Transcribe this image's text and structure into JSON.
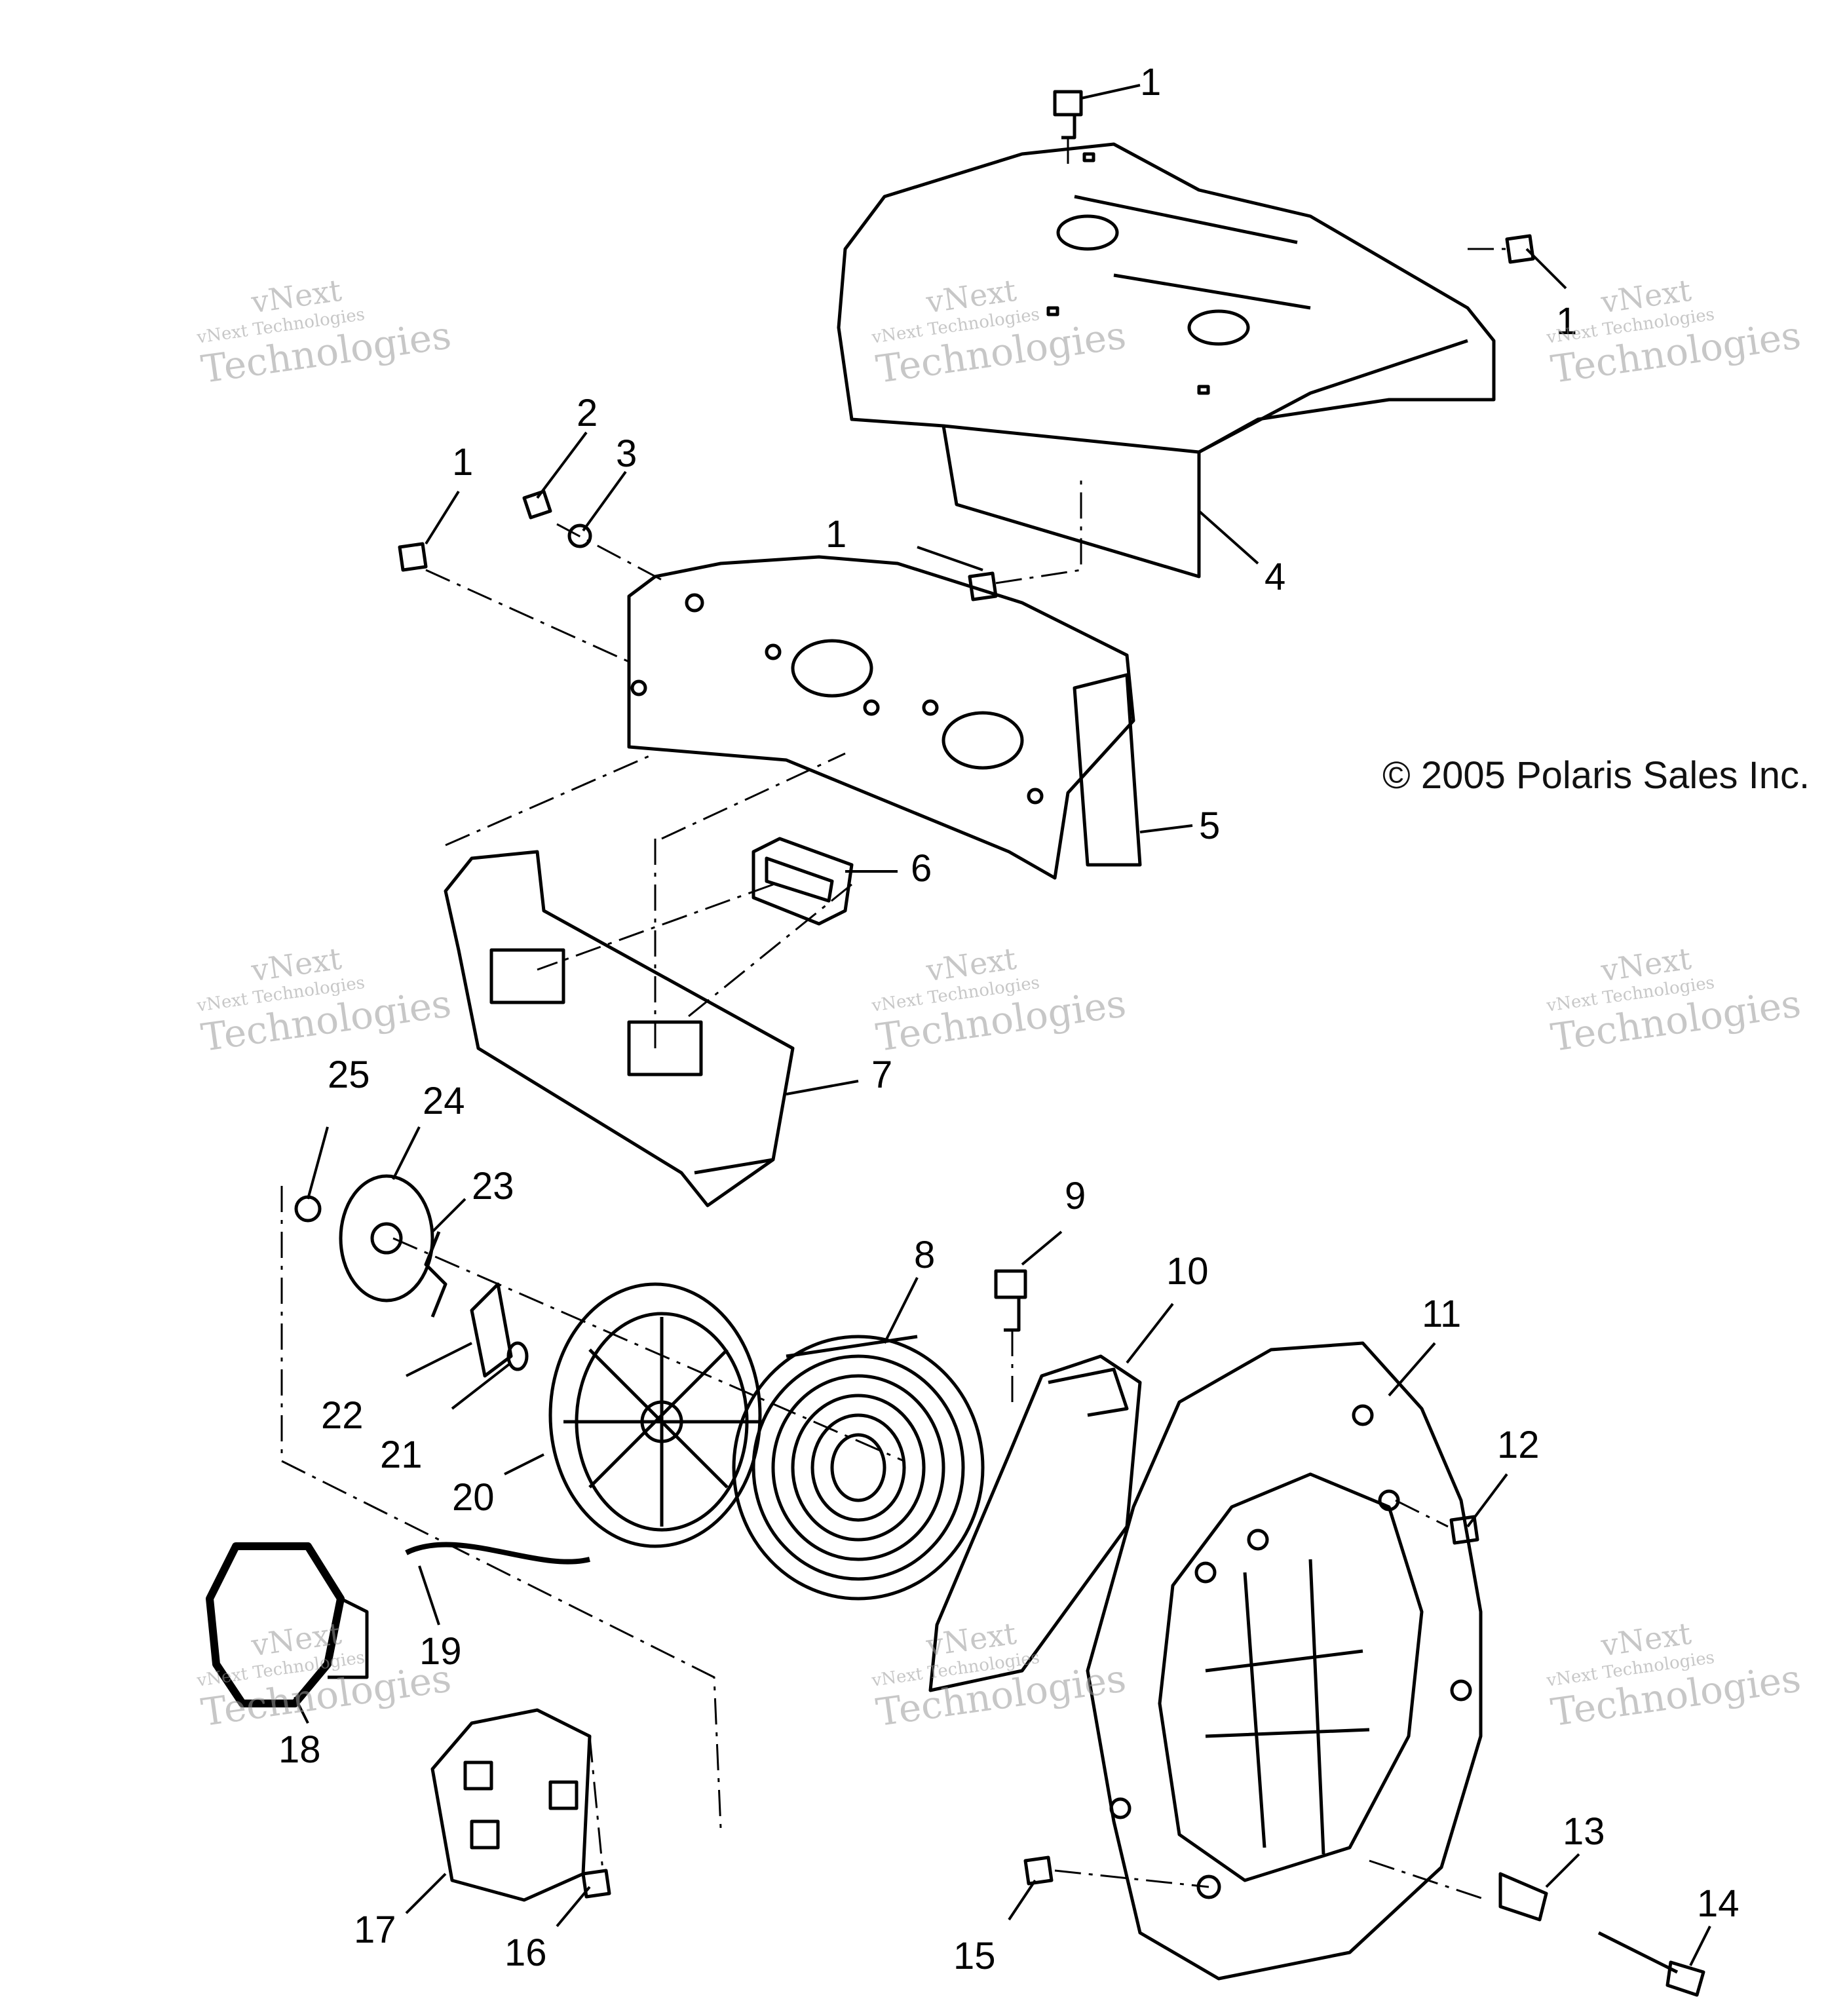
{
  "copyright": "© 2005 Polaris Sales Inc.",
  "watermark": {
    "line1": "vNext",
    "line2": "vNext Technologies",
    "line3": "Technologies"
  },
  "callouts": [
    {
      "label": "1"
    },
    {
      "label": "1"
    },
    {
      "label": "1"
    },
    {
      "label": "1"
    },
    {
      "label": "2"
    },
    {
      "label": "3"
    },
    {
      "label": "4"
    },
    {
      "label": "5"
    },
    {
      "label": "6"
    },
    {
      "label": "7"
    },
    {
      "label": "8"
    },
    {
      "label": "9"
    },
    {
      "label": "10"
    },
    {
      "label": "11"
    },
    {
      "label": "12"
    },
    {
      "label": "13"
    },
    {
      "label": "14"
    },
    {
      "label": "15"
    },
    {
      "label": "16"
    },
    {
      "label": "17"
    },
    {
      "label": "18"
    },
    {
      "label": "19"
    },
    {
      "label": "20"
    },
    {
      "label": "21"
    },
    {
      "label": "22"
    },
    {
      "label": "23"
    },
    {
      "label": "24"
    },
    {
      "label": "25"
    }
  ]
}
